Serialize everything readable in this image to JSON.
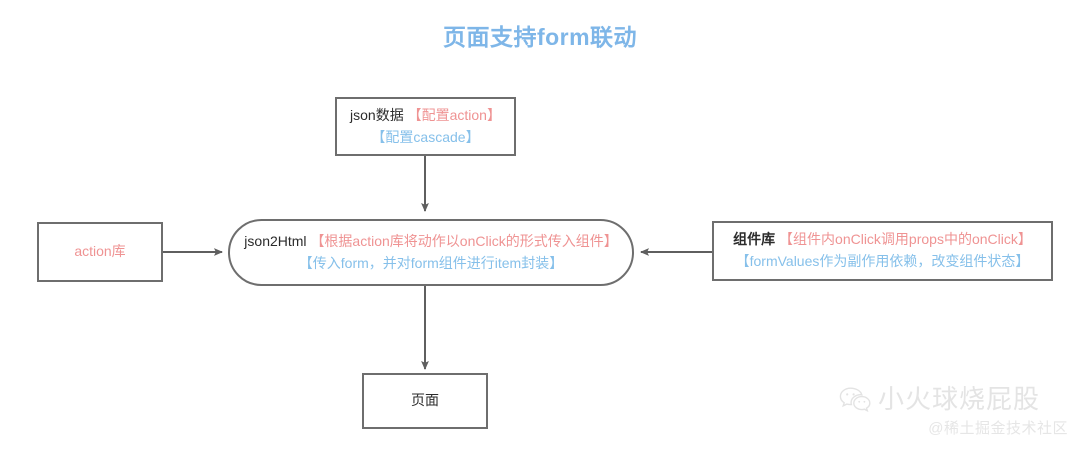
{
  "page": {
    "title": "页面支持form联动",
    "background": "#ffffff",
    "title_color": "#7eb6e8"
  },
  "colors": {
    "node_border": "#6e6e6e",
    "edge": "#5f5f5f",
    "text_black": "#2b2b2b",
    "text_red": "#ef9393",
    "text_blue": "#86c0ea",
    "watermark": "#e3e3e3"
  },
  "diagram": {
    "type": "flowchart",
    "nodes": [
      {
        "id": "json-data",
        "shape": "rect",
        "lines": [
          {
            "parts": [
              {
                "text": "json数据",
                "style": "black"
              },
              {
                "text": "【配置action】",
                "style": "red"
              }
            ]
          },
          {
            "parts": [
              {
                "text": "【配置cascade】",
                "style": "blue"
              }
            ]
          }
        ]
      },
      {
        "id": "action-lib",
        "shape": "rect",
        "lines": [
          {
            "parts": [
              {
                "text": "action库",
                "style": "red"
              }
            ]
          }
        ]
      },
      {
        "id": "json2html",
        "shape": "stadium",
        "lines": [
          {
            "parts": [
              {
                "text": "json2Html",
                "style": "black"
              },
              {
                "text": "【根据action库将动作以onClick的形式传入组件】",
                "style": "red"
              }
            ]
          },
          {
            "parts": [
              {
                "text": "【传入form，并对form组件进行item封装】",
                "style": "blue"
              }
            ]
          }
        ]
      },
      {
        "id": "component-lib",
        "shape": "rect",
        "lines": [
          {
            "parts": [
              {
                "text": "组件库",
                "style": "black-bold"
              },
              {
                "text": "【组件内onClick调用props中的onClick】",
                "style": "red"
              }
            ]
          },
          {
            "parts": [
              {
                "text": "【formValues作为副作用依赖，改变组件状态】",
                "style": "blue"
              }
            ]
          }
        ]
      },
      {
        "id": "page",
        "shape": "rect",
        "lines": [
          {
            "parts": [
              {
                "text": "页面",
                "style": "black"
              }
            ]
          }
        ]
      }
    ],
    "edges": [
      {
        "id": "edge-json-data-to-json2html",
        "from": "json-data",
        "to": "json2html",
        "direction": "down",
        "arrow": true
      },
      {
        "id": "edge-action-lib-to-json2html",
        "from": "action-lib",
        "to": "json2html",
        "direction": "right",
        "arrow": true
      },
      {
        "id": "edge-component-lib-to-json2html",
        "from": "component-lib",
        "to": "json2html",
        "direction": "left",
        "arrow": true
      },
      {
        "id": "edge-json2html-to-page",
        "from": "json2html",
        "to": "page",
        "direction": "down",
        "arrow": true
      }
    ]
  },
  "watermark": {
    "icon": "wechat-icon",
    "main_text": "小火球烧屁股",
    "sub_text": "@稀土掘金技术社区"
  }
}
